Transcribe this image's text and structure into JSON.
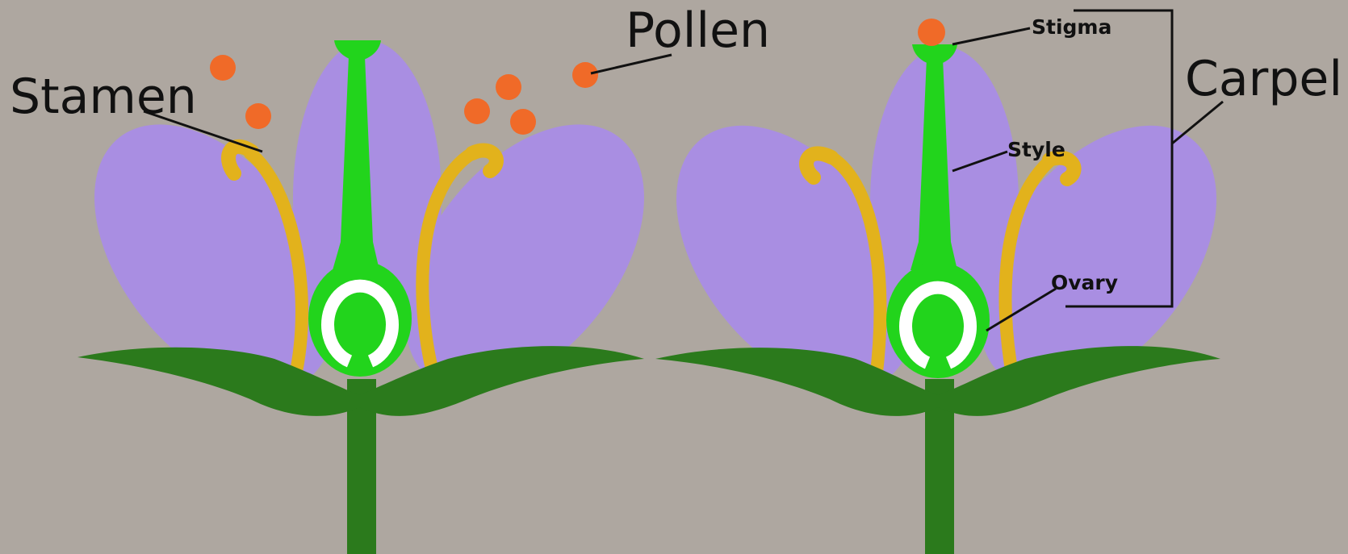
{
  "labels": {
    "stamen": "Stamen",
    "pollen": "Pollen",
    "stigma": "Stigma",
    "carpel": "Carpel",
    "style": "Style",
    "ovary": "Ovary"
  },
  "colors": {
    "background": "#aea7a0",
    "petal": "#a98ee2",
    "carpel": "#22d41c",
    "stamen": "#e2b21c",
    "pollen": "#f06a28",
    "stem": "#2b7a1c",
    "ovule_ring": "#ffffff"
  }
}
